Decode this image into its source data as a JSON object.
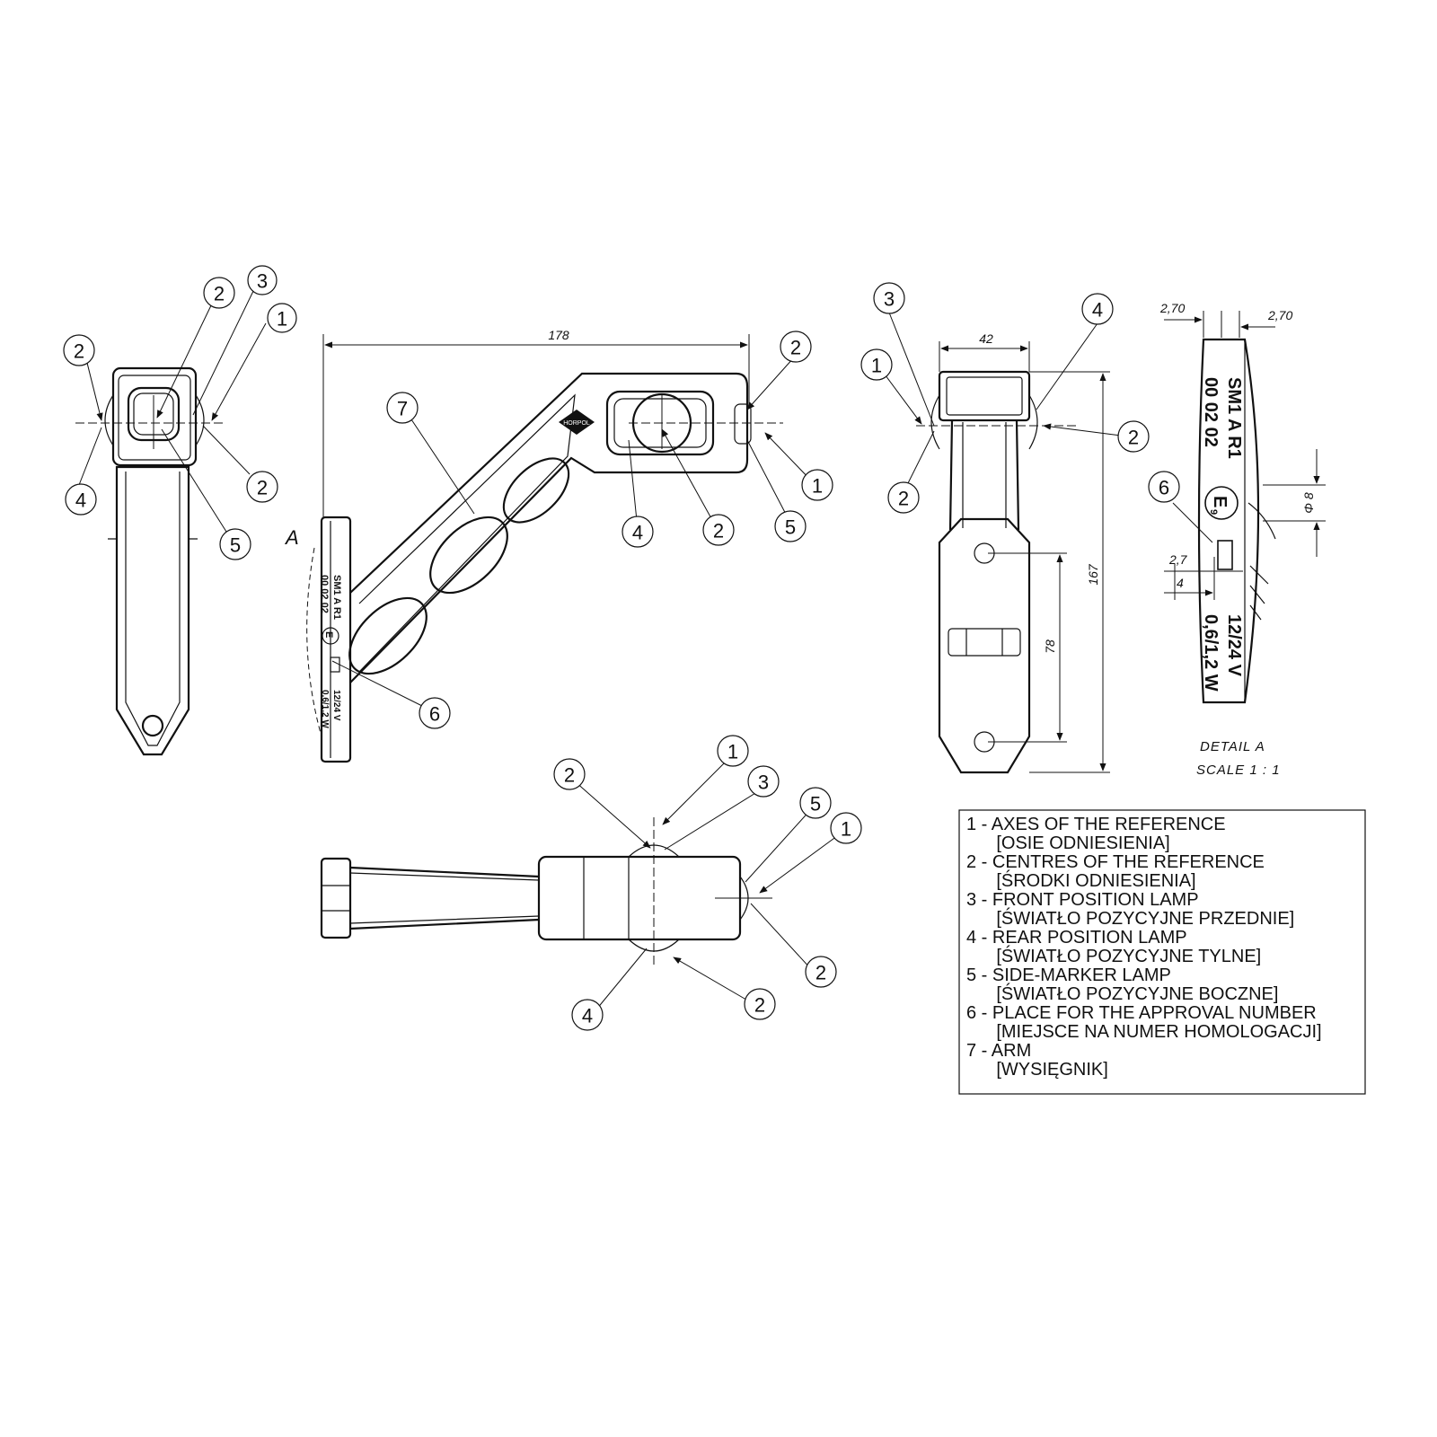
{
  "callouts": {
    "front_view": [
      "2",
      "3",
      "1",
      "2",
      "4",
      "2",
      "5"
    ],
    "side_view": [
      "7",
      "2",
      "1",
      "4",
      "2",
      "5",
      "6"
    ],
    "right_view": [
      "3",
      "4",
      "1",
      "2",
      "2"
    ],
    "top_view": [
      "2",
      "1",
      "3",
      "5",
      "1",
      "2",
      "4",
      "2"
    ],
    "detail": [
      "6"
    ]
  },
  "dimensions": {
    "side_width": "178",
    "right_top_width": "42",
    "right_height": "167",
    "right_hole_spacing": "78",
    "detail_left_offset": "2,70",
    "detail_right_offset": "2,70",
    "detail_hole_dia": "Φ 8",
    "detail_slot_offset": "2,7",
    "detail_slot_width": "4"
  },
  "view_label": "A",
  "marking": {
    "line1": "SM1  A  R1",
    "line2": "00  02  02",
    "e_mark": "E",
    "e_number": "9",
    "voltage": "12/24 V",
    "power": "0,6/1,2 W"
  },
  "brand_logo_text": "HORPOL",
  "detail_caption": {
    "title": "DETAIL A",
    "scale": "SCALE 1 : 1"
  },
  "legend": [
    "1 - AXES OF THE REFERENCE",
    "      [OSIE ODNIESIENIA]",
    "2 - CENTRES OF THE REFERENCE",
    "      [ŚRODKI ODNIESIENIA]",
    "3 - FRONT POSITION LAMP",
    "      [ŚWIATŁO POZYCYJNE PRZEDNIE]",
    "4 - REAR POSITION LAMP",
    "      [ŚWIATŁO POZYCYJNE TYLNE]",
    "5 - SIDE-MARKER LAMP",
    "      [ŚWIATŁO POZYCYJNE BOCZNE]",
    "6 - PLACE FOR THE APPROVAL NUMBER",
    "      [MIEJSCE NA NUMER HOMOLOGACJI]",
    "7 - ARM",
    "      [WYSIĘGNIK]"
  ]
}
